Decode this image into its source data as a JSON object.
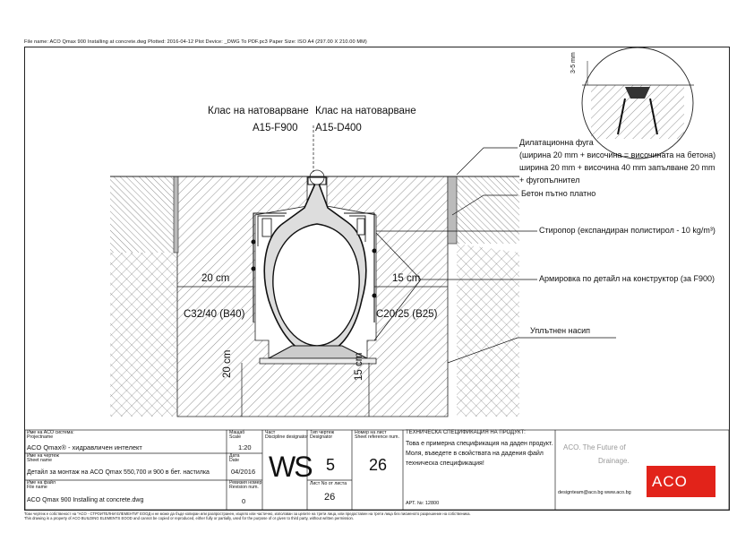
{
  "header": {
    "file_info": "File name: ACO Qmax 900 Installing at concrete.dwg   Plotted: 2016-04-12   Plot Device: _DWG To PDF.pc3   Paper Size: ISO A4 (297.00 X 210.00 MM)"
  },
  "drawing": {
    "load_class_left_title": "Клас на натоварване",
    "load_class_left_value": "A15-F900",
    "load_class_right_title": "Клас на натоварване",
    "load_class_right_value": "A15-D400",
    "dim_left_width": "20 cm",
    "dim_right_width": "15 cm",
    "dim_left_height": "20 cm",
    "dim_right_height": "15 cm",
    "concrete_left": "C32/40 (B40)",
    "concrete_right": "C20/25 (B25)",
    "detail_dim": "3-5 mm",
    "callouts": {
      "joint_line1": "Дилатационна фуга",
      "joint_line2": "(ширина 20 mm + височина = височината на бетона)",
      "joint_line3": "ширина 20 mm + височина  40 mm запълване 20 mm",
      "joint_line4": "+ фугопълнител",
      "road": "Бетон пътно платно",
      "styrofoam": "Стиропор (експандиран полистирол - 10 kg/m³)",
      "rebar": "Армировка по детайл на конструктор (за F900)",
      "fill": "Уплътнен насип"
    }
  },
  "title_block": {
    "aco_system_label": "Име на ACO система:",
    "aco_system_label2": "Projectname",
    "aco_system_value": "ACO Qmax® - хидравличен интелект",
    "sheet_name_label": "Име на чертеж",
    "sheet_name_label2": "Sheet name",
    "sheet_name_value": "Детайл за монтаж на ACO Qmax 550,700 и 900 в бет. настилка",
    "file_name_label": "Име на файл",
    "file_name_label2": "File name",
    "file_name_value": "ACO Qmax 900 Installing at concrete.dwg",
    "scale_label": "Мащаб",
    "scale_label2": "Scale",
    "scale_value": "1:20",
    "date_label": "Дата",
    "date_label2": "Date",
    "date_value": "04/2016",
    "revision_label": "Ревизия номер",
    "revision_label2": "Revision num.",
    "revision_value": "0",
    "part_label": "Част",
    "part_label2": "Discipline designator",
    "part_value": "WS",
    "type_label": "Тип чертеж",
    "type_label2": "Designator",
    "type_value": "5",
    "sheet_ref_label": "Номер на лист",
    "sheet_ref_label2": "Sheet reference num.",
    "sheet_ref_value": "26",
    "page_label": "Лист No от листа",
    "page_value": "26",
    "spec_title": "ТЕХНИЧЕСКА СПЕЦИФИКАЦИЯ НА ПРОДУКТ:",
    "spec_line1": "Това е примерна спецификация на даден продукт.",
    "spec_line2": "Моля, въведете в свойствата на дадения файл",
    "spec_line3": "техническа спецификация!",
    "art_no": "АРТ. №: 12800",
    "slogan1": "ACO. The Future of",
    "slogan2": "Drainage.",
    "contact": "designteam@aco.bg   www.aco.bg",
    "logo": "ACO"
  },
  "footer": {
    "line1": "Този чертеж е собственост на \"ACO - СТРОИТЕЛНИ ЕЛЕМЕНТИ\" ЕООД и не може да бъде копиран или разпространен, изцяло или частично, използван за целите на трети лица, или предоставен на трети лица без писменото разрешение на собственика.",
    "line2": "This drawing is a property of ACO BUILDING ELEMENTS EOOD and cannot be copied or reproduced, either fully or partially, used for the purpose of or given to third party, without written permission."
  }
}
